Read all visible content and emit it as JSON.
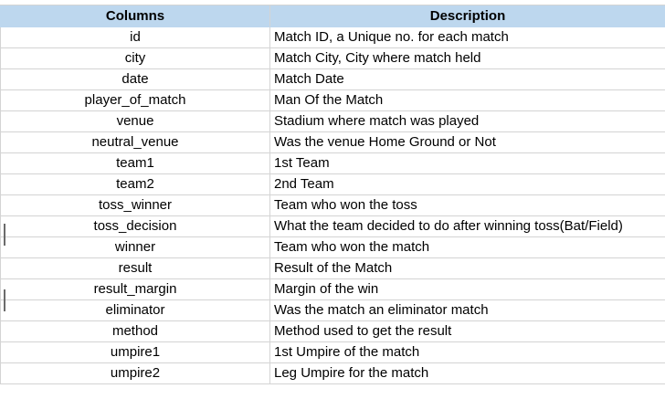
{
  "table": {
    "headers": [
      "Columns",
      "Description"
    ],
    "rows": [
      {
        "column": "id",
        "description": "Match ID, a Unique no. for each match"
      },
      {
        "column": "city",
        "description": "Match City, City where match held"
      },
      {
        "column": "date",
        "description": "Match Date"
      },
      {
        "column": "player_of_match",
        "description": "Man Of the Match"
      },
      {
        "column": "venue",
        "description": "Stadium where match was played"
      },
      {
        "column": "neutral_venue",
        "description": "Was the venue Home Ground or Not"
      },
      {
        "column": "team1",
        "description": "1st Team"
      },
      {
        "column": "team2",
        "description": "2nd Team"
      },
      {
        "column": "toss_winner",
        "description": "Team who won the toss"
      },
      {
        "column": "toss_decision",
        "description": "What the team decided to do after winning toss(Bat/Field)"
      },
      {
        "column": "winner",
        "description": "Team who won the match"
      },
      {
        "column": "result",
        "description": "Result of the Match"
      },
      {
        "column": "result_margin",
        "description": "Margin of the win"
      },
      {
        "column": "eliminator",
        "description": "Was the match an eliminator match"
      },
      {
        "column": "method",
        "description": "Method used to get the result"
      },
      {
        "column": "umpire1",
        "description": "1st Umpire of the match"
      },
      {
        "column": "umpire2",
        "description": "Leg Umpire for the match"
      }
    ]
  },
  "colors": {
    "header_fill": "#bdd7ee",
    "gridline": "#d4d4d4"
  }
}
